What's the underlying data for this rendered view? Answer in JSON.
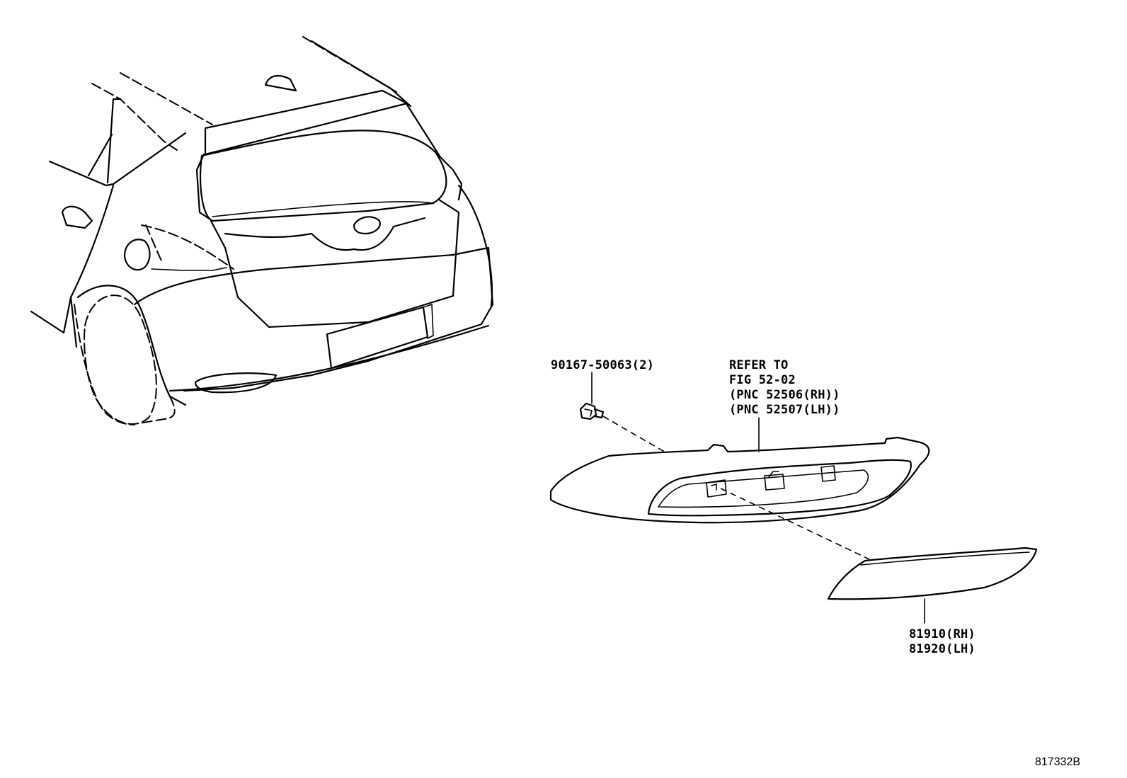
{
  "callouts": {
    "bolt": "90167-50063(2)",
    "refer_line1": "REFER TO",
    "refer_line2": "FIG 52-02",
    "refer_line3": "(PNC 52506(RH))",
    "refer_line4": "(PNC 52507(LH))",
    "reflector_rh": "81910(RH)",
    "reflector_lh": "81920(LH)"
  },
  "illustration_id": "817332B"
}
